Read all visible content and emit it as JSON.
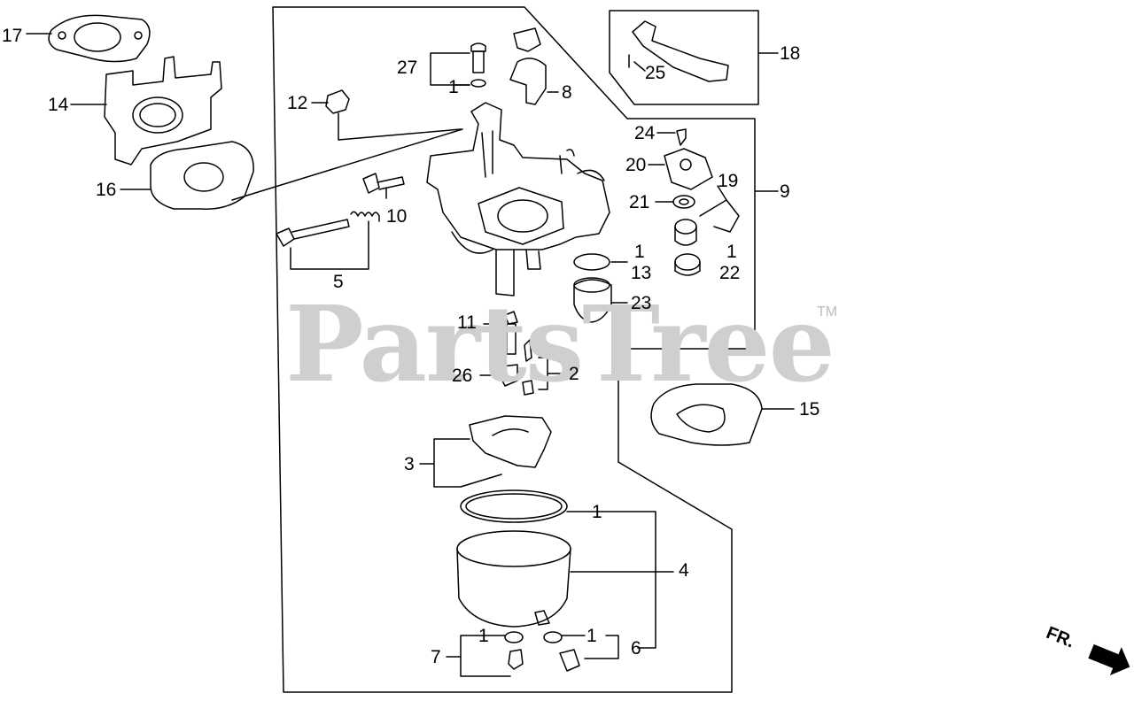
{
  "watermark": {
    "brand": "PartsTree",
    "trademark": "TM"
  },
  "direction_marker": {
    "label": "FR."
  },
  "callouts": {
    "c17": "17",
    "c14": "14",
    "c16": "16",
    "c12": "12",
    "c27": "27",
    "c1a": "1",
    "c8": "8",
    "c10": "10",
    "c5": "5",
    "c18": "18",
    "c25": "25",
    "c24": "24",
    "c20": "20",
    "c19": "19",
    "c21": "21",
    "c9": "9",
    "c1b": "1",
    "c22": "22",
    "c13": "13",
    "c1c": "1",
    "c23": "23",
    "c11": "11",
    "c26": "26",
    "c2": "2",
    "c15": "15",
    "c3": "3",
    "c1d": "1",
    "c4": "4",
    "c1e": "1",
    "c1f": "1",
    "c7": "7",
    "c6": "6"
  },
  "colors": {
    "ink": "#000000",
    "watermark": "#cfcfcf",
    "background": "#ffffff"
  }
}
